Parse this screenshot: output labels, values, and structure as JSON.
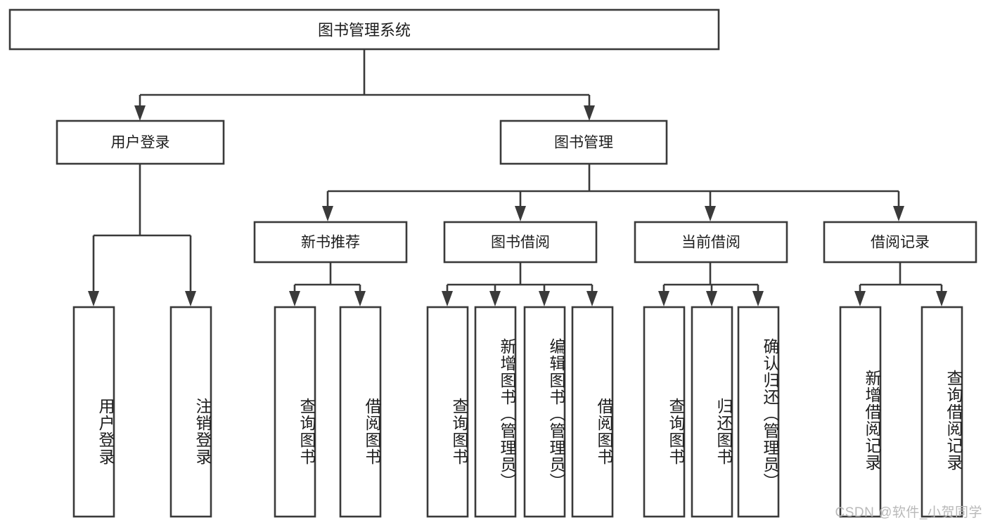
{
  "diagram": {
    "title": "图书管理系统",
    "type": "tree",
    "root": {
      "id": "root",
      "label": "图书管理系统",
      "orientation": "horizontal"
    },
    "level2": [
      {
        "id": "user-login",
        "label": "用户登录",
        "orientation": "horizontal"
      },
      {
        "id": "book-management",
        "label": "图书管理",
        "orientation": "horizontal"
      }
    ],
    "level3": [
      {
        "id": "new-book-recommend",
        "label": "新书推荐",
        "orientation": "horizontal",
        "parent": "book-management"
      },
      {
        "id": "book-borrow",
        "label": "图书借阅",
        "orientation": "horizontal",
        "parent": "book-management"
      },
      {
        "id": "current-borrow",
        "label": "当前借阅",
        "orientation": "horizontal",
        "parent": "book-management"
      },
      {
        "id": "borrow-record",
        "label": "借阅记录",
        "orientation": "horizontal",
        "parent": "book-management"
      }
    ],
    "leaves": [
      {
        "id": "leaf-user-login",
        "label": "用户登录",
        "orientation": "vertical",
        "parent": "user-login"
      },
      {
        "id": "leaf-user-logout",
        "label": "注销登录",
        "orientation": "vertical",
        "parent": "user-login"
      },
      {
        "id": "leaf-query-book-1",
        "label": "查询图书",
        "orientation": "vertical",
        "parent": "new-book-recommend"
      },
      {
        "id": "leaf-borrow-book-1",
        "label": "借阅图书",
        "orientation": "vertical",
        "parent": "new-book-recommend"
      },
      {
        "id": "leaf-query-book-2",
        "label": "查询图书",
        "orientation": "vertical",
        "parent": "book-borrow"
      },
      {
        "id": "leaf-add-book",
        "label": "新增图书（管理员）",
        "orientation": "vertical",
        "parent": "book-borrow"
      },
      {
        "id": "leaf-edit-book",
        "label": "编辑图书（管理员）",
        "orientation": "vertical",
        "parent": "book-borrow"
      },
      {
        "id": "leaf-borrow-book-2",
        "label": "借阅图书",
        "orientation": "vertical",
        "parent": "book-borrow"
      },
      {
        "id": "leaf-query-book-3",
        "label": "查询图书",
        "orientation": "vertical",
        "parent": "current-borrow"
      },
      {
        "id": "leaf-return-book",
        "label": "归还图书",
        "orientation": "vertical",
        "parent": "current-borrow"
      },
      {
        "id": "leaf-confirm-return",
        "label": "确认归还（管理员）",
        "orientation": "vertical",
        "parent": "current-borrow"
      },
      {
        "id": "leaf-add-record",
        "label": "新增借阅记录",
        "orientation": "vertical",
        "parent": "borrow-record"
      },
      {
        "id": "leaf-query-record",
        "label": "查询借阅记录",
        "orientation": "vertical",
        "parent": "borrow-record"
      }
    ],
    "colors": {
      "stroke": "#3a3a3a",
      "fill": "#ffffff",
      "text": "#1d1d1d",
      "watermark": "#b9b9b9",
      "background": "#ffffff"
    }
  },
  "watermark": {
    "text": "CSDN @软件_小贺同学"
  }
}
